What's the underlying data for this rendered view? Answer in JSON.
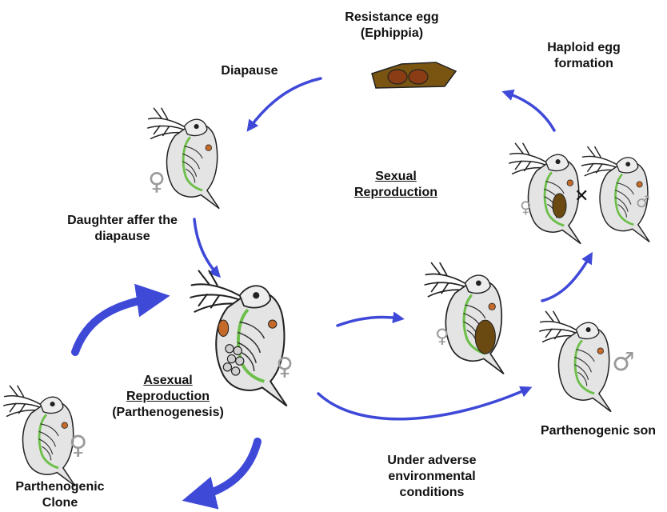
{
  "labels": {
    "resistance_egg": [
      "Resistance egg",
      "(Ephippia)"
    ],
    "haploid_egg": [
      "Haploid egg",
      "formation"
    ],
    "diapause": "Diapause",
    "sexual_reproduction": [
      "Sexual",
      "Reproduction"
    ],
    "daughter_after_diapause": [
      "Daughter affer the",
      "diapause"
    ],
    "asexual_reproduction": [
      "Asexual",
      "Reproduction"
    ],
    "parthenogenesis": "(Parthenogenesis)",
    "parthenogenic_son": "Parthenogenic son",
    "parthenogenic_clone": [
      "Parthenogenic",
      "Clone"
    ],
    "adverse_conditions": [
      "Under adverse",
      "environmental",
      "conditions"
    ]
  },
  "symbols": {
    "female": "♀",
    "male": "♂",
    "cross": "✕"
  },
  "colors": {
    "arrow": "#3f49d8",
    "egg_case": "#7a5512",
    "egg": "#8a3d14",
    "body_fill": "#e4e4e4",
    "gut": "#6cbf4a",
    "ovary": "#c46a2a",
    "dark_egg": "#6b4a12"
  }
}
